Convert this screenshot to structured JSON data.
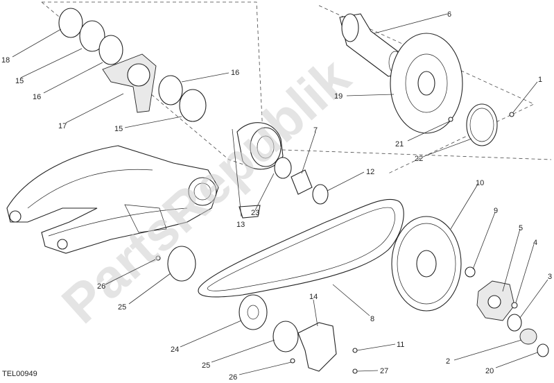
{
  "diagram": {
    "watermark": "PartsRepublik",
    "drawing_code": "TEL00949",
    "callouts": [
      {
        "id": "c18a",
        "text": "18"
      },
      {
        "id": "c15a",
        "text": "15"
      },
      {
        "id": "c16a",
        "text": "16"
      },
      {
        "id": "c16b",
        "text": "16"
      },
      {
        "id": "c17",
        "text": "17"
      },
      {
        "id": "c15b",
        "text": "15"
      },
      {
        "id": "c6",
        "text": "6"
      },
      {
        "id": "c19",
        "text": "19"
      },
      {
        "id": "c1",
        "text": "1"
      },
      {
        "id": "c21",
        "text": "21"
      },
      {
        "id": "c22",
        "text": "22"
      },
      {
        "id": "c7",
        "text": "7"
      },
      {
        "id": "c12",
        "text": "12"
      },
      {
        "id": "c23",
        "text": "23"
      },
      {
        "id": "c13",
        "text": "13"
      },
      {
        "id": "c10",
        "text": "10"
      },
      {
        "id": "c9",
        "text": "9"
      },
      {
        "id": "c5",
        "text": "5"
      },
      {
        "id": "c4",
        "text": "4"
      },
      {
        "id": "c3",
        "text": "3"
      },
      {
        "id": "c26a",
        "text": "26"
      },
      {
        "id": "c25a",
        "text": "25"
      },
      {
        "id": "c8",
        "text": "8"
      },
      {
        "id": "c14",
        "text": "14"
      },
      {
        "id": "c24",
        "text": "24"
      },
      {
        "id": "c11",
        "text": "11"
      },
      {
        "id": "c25b",
        "text": "25"
      },
      {
        "id": "c26b",
        "text": "26"
      },
      {
        "id": "c27",
        "text": "27"
      },
      {
        "id": "c2",
        "text": "2"
      },
      {
        "id": "c20",
        "text": "20"
      }
    ]
  }
}
